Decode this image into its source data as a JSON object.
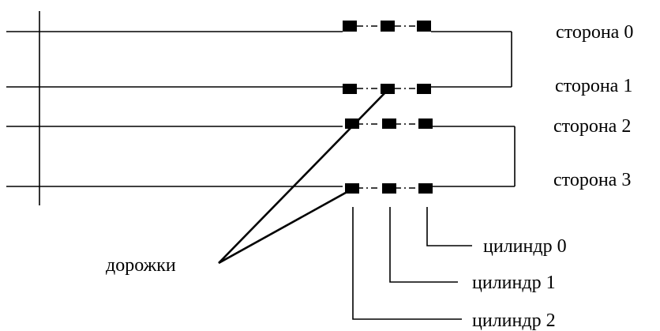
{
  "sides": [
    "сторона 0",
    "сторона 1",
    "сторона 2",
    "сторона 3"
  ],
  "cylinders": [
    "цилиндр 0",
    "цилиндр 1",
    "цилиндр 2"
  ],
  "tracks_label": "дорожки",
  "colors": {
    "line": "#000000",
    "background": "#ffffff"
  }
}
